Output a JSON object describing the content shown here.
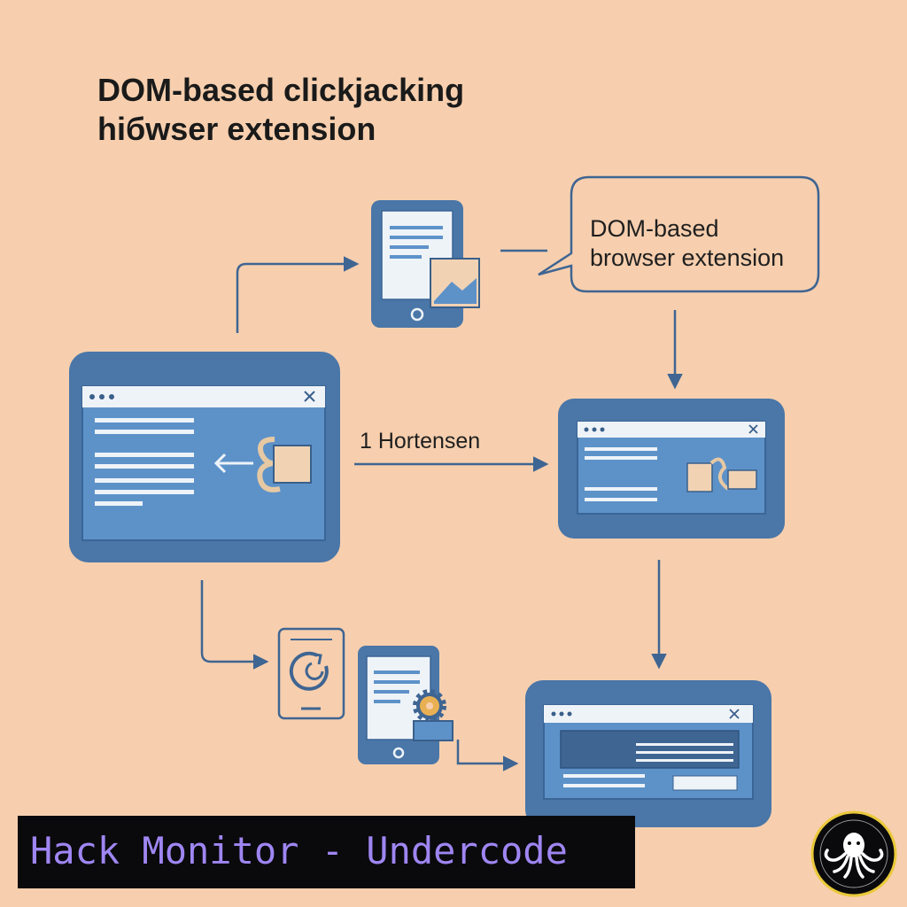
{
  "title": {
    "line1": "DOM-based clickjacking",
    "line2": "hiбwser extension"
  },
  "callout": {
    "line1": "DOM-based",
    "line2": "browser extension"
  },
  "arrow_label": "1 Hortensen",
  "banner": {
    "text": "Hack Monitor - Undercode"
  },
  "colors": {
    "background": "#f7cfae",
    "window_frame": "#4a76a8",
    "window_inner": "#5d92c9",
    "connector": "#3f6592",
    "banner_bg": "#0a0a0d",
    "banner_text": "#9f86f2"
  },
  "icons": [
    "browser-window-icon",
    "close-icon",
    "puzzle-link-icon",
    "tablet-document-icon",
    "image-icon",
    "speech-bubble",
    "refresh-icon",
    "gear-icon",
    "octopus-logo"
  ]
}
